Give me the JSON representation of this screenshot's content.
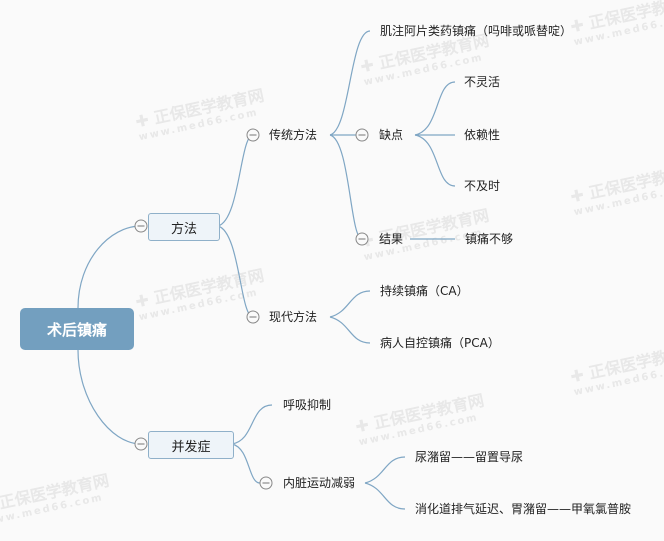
{
  "watermark": {
    "name": "正保医学教育网",
    "url": "www.med66.com"
  },
  "root": {
    "label": "术后镇痛"
  },
  "branches": {
    "methods": {
      "label": "方法",
      "traditional": {
        "label": "传统方法",
        "im": "肌注阿片类药镇痛（吗啡或哌替啶）",
        "drawbacks": {
          "label": "缺点",
          "items": [
            "不灵活",
            "依赖性",
            "不及时"
          ]
        },
        "result": {
          "label": "结果",
          "value": "镇痛不够"
        }
      },
      "modern": {
        "label": "现代方法",
        "items": [
          "持续镇痛（CA）",
          "病人自控镇痛（PCA）"
        ]
      }
    },
    "complications": {
      "label": "并发症",
      "respiratory": "呼吸抑制",
      "visceral": {
        "label": "内脏运动减弱",
        "items": [
          "尿潴留——留置导尿",
          "消化道排气延迟、胃潴留——甲氧氯普胺"
        ]
      }
    }
  },
  "colors": {
    "root": "#739fbf",
    "link": "#7fa6c4",
    "box_bg": "#eef4f9"
  }
}
